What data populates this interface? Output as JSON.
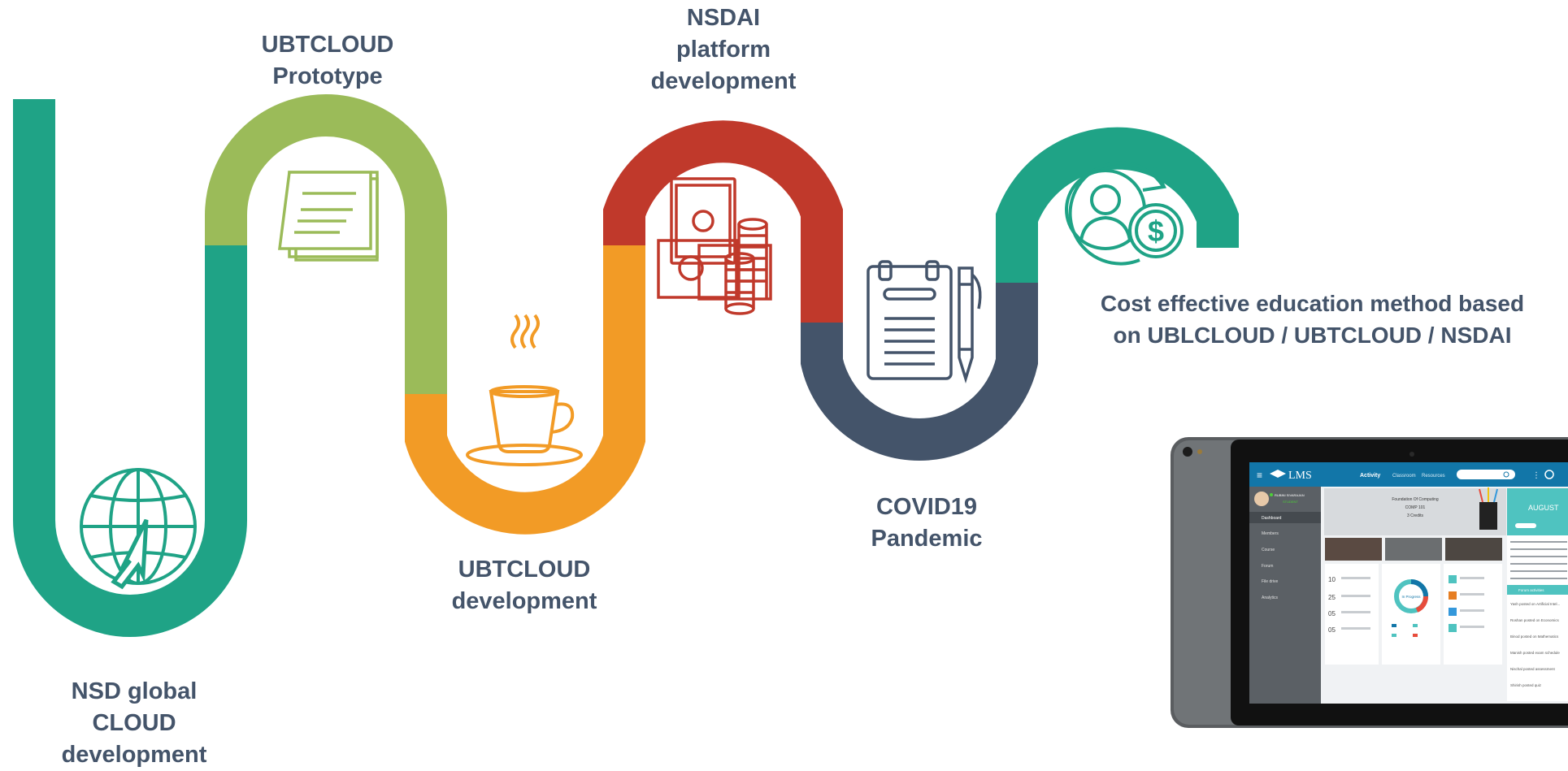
{
  "milestones": [
    {
      "lines": [
        "NSD global",
        "CLOUD",
        "development"
      ],
      "color": "#1fa386",
      "icon": "globe-cursor-icon"
    },
    {
      "lines": [
        "UBTCLOUD",
        "Prototype"
      ],
      "color": "#9bbb59",
      "icon": "sticky-note-icon"
    },
    {
      "lines": [
        "UBTCLOUD",
        "development"
      ],
      "color": "#f29b26",
      "icon": "coffee-cup-icon"
    },
    {
      "lines": [
        "NSDAI",
        "platform",
        "development"
      ],
      "color": "#c0392b",
      "icon": "money-stack-icon"
    },
    {
      "lines": [
        "COVID19",
        "Pandemic"
      ],
      "color": "#44546a",
      "icon": "clipboard-pen-icon"
    },
    {
      "lines": [
        "Cost effective education method based",
        "on UBLCLOUD / UBTCLOUD / NSDAI"
      ],
      "color": "#1fa386",
      "icon": "user-dollar-cycle-icon"
    }
  ],
  "lms": {
    "logo": "LMS",
    "nav": [
      "Activity",
      "Classroom",
      "Resources"
    ],
    "user_name": "RUBINI SIVARAJAN",
    "user_status": "STUDENT",
    "sidebar": [
      "Dashboard",
      "Members",
      "Course",
      "Forum",
      "File drive",
      "Analytics"
    ],
    "course_title": "Foundation Of Computing",
    "course_code": "COMP 101",
    "course_credits": "3 Credits",
    "progress_label": "In Progress",
    "month": "AUGUST",
    "forum_header": "Forum activities",
    "forum_items": [
      "Yash posted on Artificial Intel...",
      "Roshan posted on Economics",
      "Binod posted on Mathematics",
      "Manish posted exam schedule",
      "Nischal posted assessment",
      "Shirish posted quiz"
    ],
    "list_numbers": [
      "10",
      "25",
      "05",
      "05"
    ]
  },
  "colors": {
    "text": "#44546a",
    "green": "#1fa386",
    "lime": "#9bbb59",
    "orange": "#f29b26",
    "red": "#c0392b",
    "slate": "#44546a",
    "lms_blue": "#1276a8",
    "lms_teal": "#4fc3c0"
  }
}
